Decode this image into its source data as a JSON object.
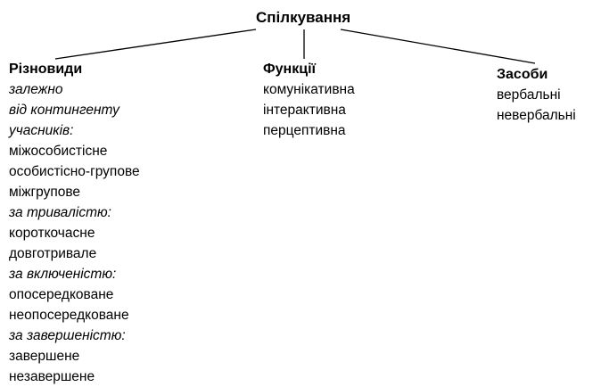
{
  "root": {
    "title": "Спілкування"
  },
  "types": {
    "heading": "Різновиди",
    "lines": [
      {
        "text": "залежно",
        "italic": true
      },
      {
        "text": "від контингенту",
        "italic": true
      },
      {
        "text": "учасників:",
        "italic": true
      },
      {
        "text": "міжособистісне",
        "italic": false
      },
      {
        "text": "особистісно-групове",
        "italic": false
      },
      {
        "text": "міжгрупове",
        "italic": false
      },
      {
        "text": "за тривалістю:",
        "italic": true
      },
      {
        "text": "короткочасне",
        "italic": false
      },
      {
        "text": "довготривале",
        "italic": false
      },
      {
        "text": "за включеністю:",
        "italic": true
      },
      {
        "text": "опосередковане",
        "italic": false
      },
      {
        "text": "неопосередковане",
        "italic": false
      },
      {
        "text": "за завершеністю:",
        "italic": true
      },
      {
        "text": "завершене",
        "italic": false
      },
      {
        "text": "незавершене",
        "italic": false
      }
    ]
  },
  "functions": {
    "heading": "Функції",
    "lines": [
      {
        "text": "комунікативна",
        "italic": false
      },
      {
        "text": "інтерактивна",
        "italic": false
      },
      {
        "text": "перцептивна",
        "italic": false
      }
    ]
  },
  "means": {
    "heading": "Засоби",
    "lines": [
      {
        "text": "вербальні",
        "italic": false
      },
      {
        "text": "невербальні",
        "italic": false
      }
    ]
  },
  "colors": {
    "text": "#000000",
    "lines": "#000000",
    "background": "#ffffff"
  }
}
